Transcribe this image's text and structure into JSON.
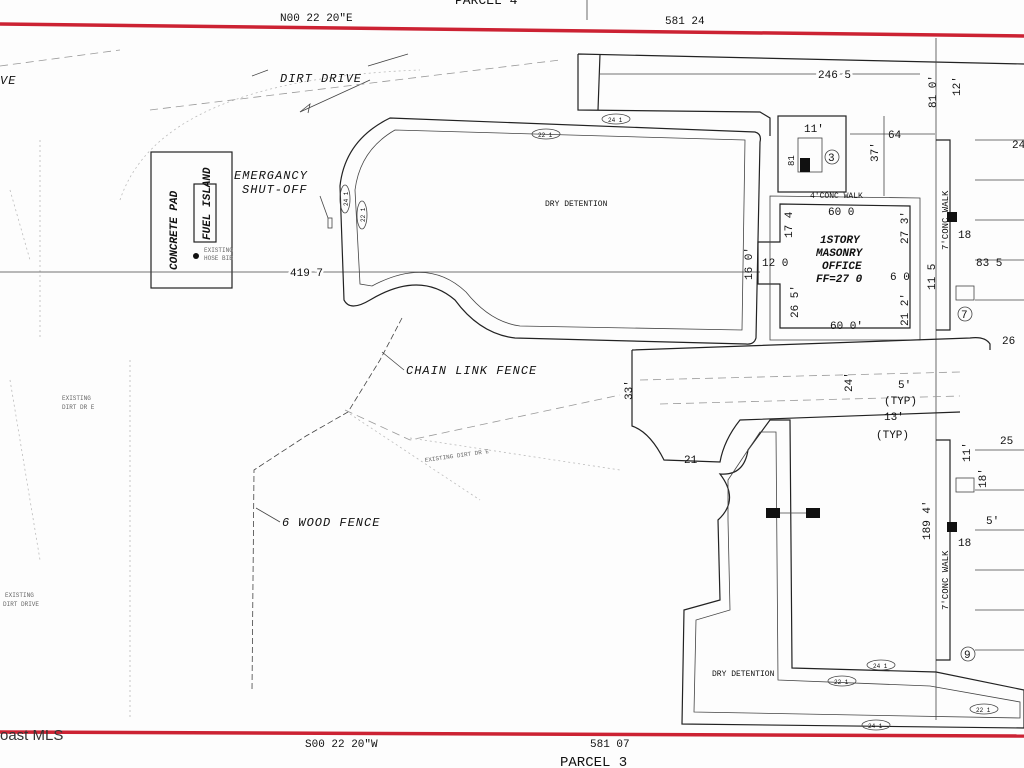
{
  "labels": {
    "parcel_top": "PARCEL 4",
    "parcel_bottom": "PARCEL 3",
    "bearing_top": "N00 22 20\"E",
    "bearing_bottom": "S00 22 20\"W",
    "dist_top": "581 24",
    "dist_bottom": "581 07",
    "dirt_drive": "DIRT DRIVE",
    "drive_left": "VE",
    "concrete_pad": "CONCRETE PAD",
    "fuel_island": "FUEL ISLAND",
    "emergency": "EMERGANCY",
    "shutoff": "SHUT-OFF",
    "hose_bib_1": "EXISTING",
    "hose_bib_2": "HOSE BIB",
    "dim_419": "419 7",
    "dry_detention_top": "DRY DETENTION",
    "dry_detention_bottom": "DRY DETENTION",
    "chain_link": "CHAIN LINK FENCE",
    "wood_fence": "6 WOOD FENCE",
    "office_1": "1STORY",
    "office_2": "MASONRY",
    "office_3": "OFFICE",
    "office_ff": "FF=27 0",
    "dim_600_top": "60 0",
    "dim_600_bot": "60 0'",
    "dim_174": "17 4",
    "dim_265": "26 5'",
    "dim_273": "27 3'",
    "dim_212": "21 2'",
    "dim_60": "6 0",
    "dim_115": "11 5",
    "dim_120": "12 0",
    "dim_160": "16 0'",
    "dim_2465": "246 5",
    "dim_810": "81 0'",
    "dim_12": "12'",
    "dim_64": "64",
    "dim_37": "37'",
    "dim_11": "11'",
    "dim_81": "81",
    "dim_24_right": "24",
    "dim_18_a": "18",
    "dim_18_b": "18",
    "dim_835": "83 5",
    "dim_26": "26",
    "dim_24_mid": "24'",
    "dim_5_mid": "5'",
    "dim_typ1": "(TYP)",
    "dim_13": "13'",
    "dim_typ2": "(TYP)",
    "dim_25": "25",
    "dim_33": "33'",
    "dim_21": "21",
    "dim_1894": "189 4'",
    "dim_11b": "11'",
    "dim_18p": "18'",
    "dim_5b": "5'",
    "conc_walk_top": "4'CONC WALK",
    "conc_walk_right": "7'CONC WALK",
    "conc_walk_right2": "7'CONC WALK",
    "curb_221_a": "22 1",
    "curb_241_a": "24 1",
    "curb_241_b": "24 1",
    "curb_221_b": "22 1",
    "curb_241_c": "24 1",
    "curb_221_c": "22 1",
    "curb_241_d": "24 1",
    "curb_221_d": "22 1",
    "circle_3": "3",
    "circle_7": "7",
    "circle_9": "9",
    "existing_dirt_1a": "EXISTING",
    "existing_dirt_1b": "DIRT DR E",
    "existing_dirt_2": "EXISTING DIRT DR E",
    "existing_dirt_3a": "EXISTING",
    "existing_dirt_3b": "DIRT DRIVE",
    "watermark": "oast MLS"
  },
  "colors": {
    "property_line": "#cc2233",
    "linework": "#222222",
    "background": "#fdfdfd"
  }
}
